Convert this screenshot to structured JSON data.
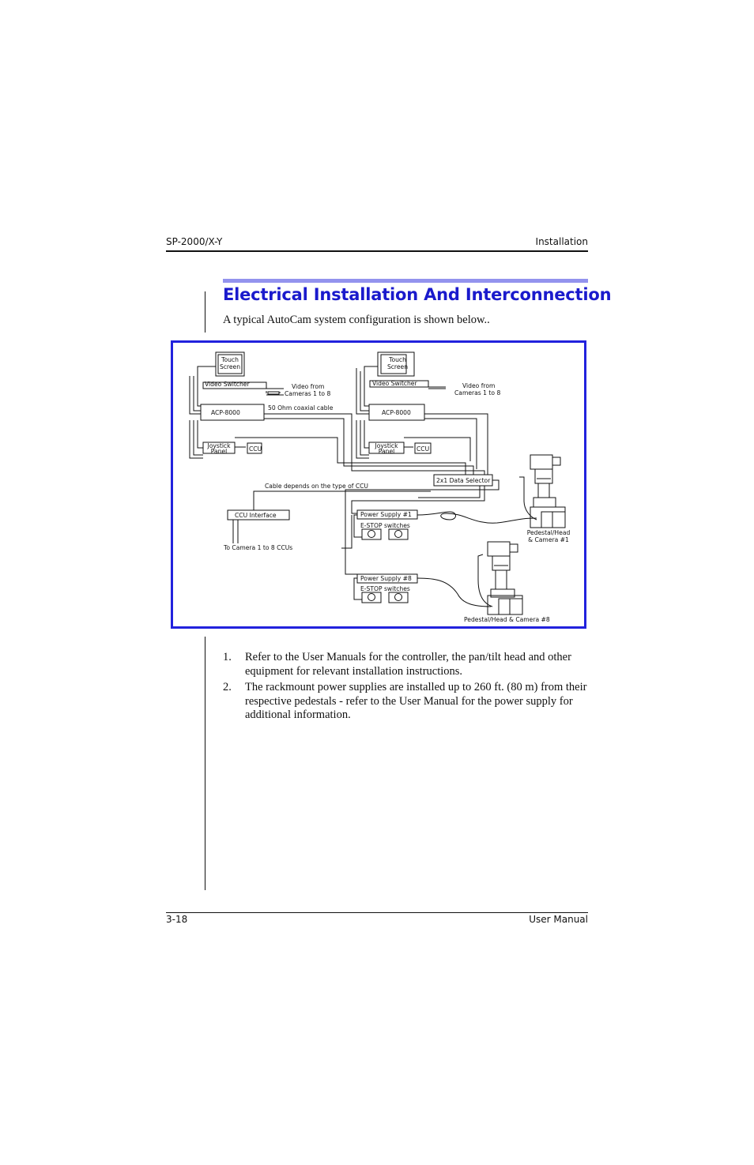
{
  "header": {
    "left": "SP-2000/X-Y",
    "right": "Installation"
  },
  "section": {
    "title": "Electrical Installation And Interconnection",
    "intro": "A typical AutoCam system configuration is shown below.."
  },
  "diagram": {
    "touch_screen_line1": "Touch",
    "touch_screen_line2": "Screen",
    "video_switcher": "Video Switcher",
    "video_from_line1": "Video from",
    "video_from_line2": "Cameras 1 to 8",
    "acp": "ACP-8000",
    "coax_cable": "50 Ohm coaxial cable",
    "joystick_line1": "Joystick",
    "joystick_line2": "Panel",
    "ccu": "CCU",
    "data_selector": "2x1 Data Selector",
    "cable_depends": "Cable depends on the type of CCU",
    "ccu_interface": "CCU Interface",
    "to_camera_ccus": "To Camera 1 to 8 CCUs",
    "power_supply_1": "Power Supply #1",
    "power_supply_8": "Power Supply #8",
    "estop": "E-STOP switches",
    "pedestal_1_line1": "Pedestal/Head",
    "pedestal_1_line2": "& Camera #1",
    "pedestal_8": "Pedestal/Head & Camera #8"
  },
  "steps": [
    {
      "num": "1.",
      "text": "Refer to the User Manuals for the controller, the pan/tilt head and other equipment for relevant installation instructions."
    },
    {
      "num": "2.",
      "text": "The rackmount power supplies are installed up to 260 ft. (80 m) from their respective pedestals - refer to the User Manual for the power supply for additional information."
    }
  ],
  "footer": {
    "left": "3-18",
    "right": "User Manual"
  },
  "colors": {
    "title": "#1a1acc",
    "section_bar": "#9393ee",
    "diagram_border": "#2222dd"
  }
}
